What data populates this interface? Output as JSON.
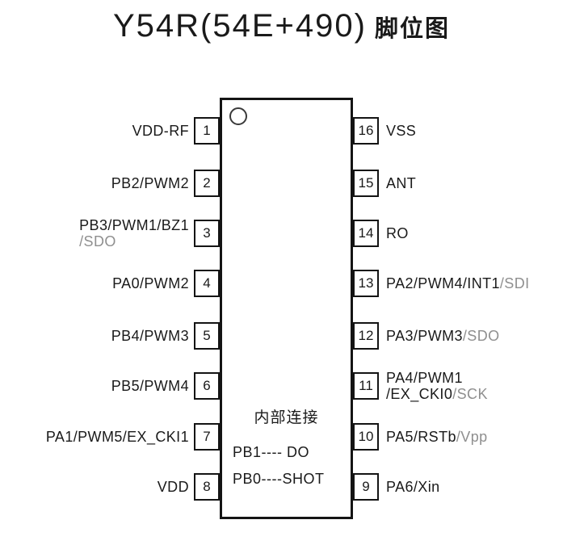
{
  "title": {
    "model": "Y54R(54E+490)",
    "suffix": "脚位图"
  },
  "colors": {
    "text": "#1a1a1a",
    "muted_function_text": "#8f8f8f"
  },
  "chip": {
    "internal_title": "内部连接",
    "connections": [
      "PB1---- DO",
      "PB0----SHOT"
    ]
  },
  "pins": {
    "left": [
      {
        "num": "1",
        "main": "VDD-RF"
      },
      {
        "num": "2",
        "main": "PB2/PWM2"
      },
      {
        "num": "3",
        "main": "PB3/PWM1/BZ1",
        "gray2": "/SDO"
      },
      {
        "num": "4",
        "main": "PA0/PWM2"
      },
      {
        "num": "5",
        "main": "PB4/PWM3"
      },
      {
        "num": "6",
        "main": "PB5/PWM4"
      },
      {
        "num": "7",
        "main": "PA1/PWM5/EX_CKI1"
      },
      {
        "num": "8",
        "main": "VDD"
      }
    ],
    "right": [
      {
        "num": "16",
        "main": "VSS"
      },
      {
        "num": "15",
        "main": "ANT"
      },
      {
        "num": "14",
        "main": "RO"
      },
      {
        "num": "13",
        "main": "PA2/PWM4/INT1",
        "gray": "/SDI"
      },
      {
        "num": "12",
        "main": "PA3/PWM3",
        "gray": "/SDO"
      },
      {
        "num": "11",
        "main": "PA4/PWM1",
        "main2": "/EX_CKI0",
        "gray2": "/SCK"
      },
      {
        "num": "10",
        "main": "PA5/RSTb",
        "gray": "/Vpp"
      },
      {
        "num": "9",
        "main": "PA6/Xin"
      }
    ]
  }
}
